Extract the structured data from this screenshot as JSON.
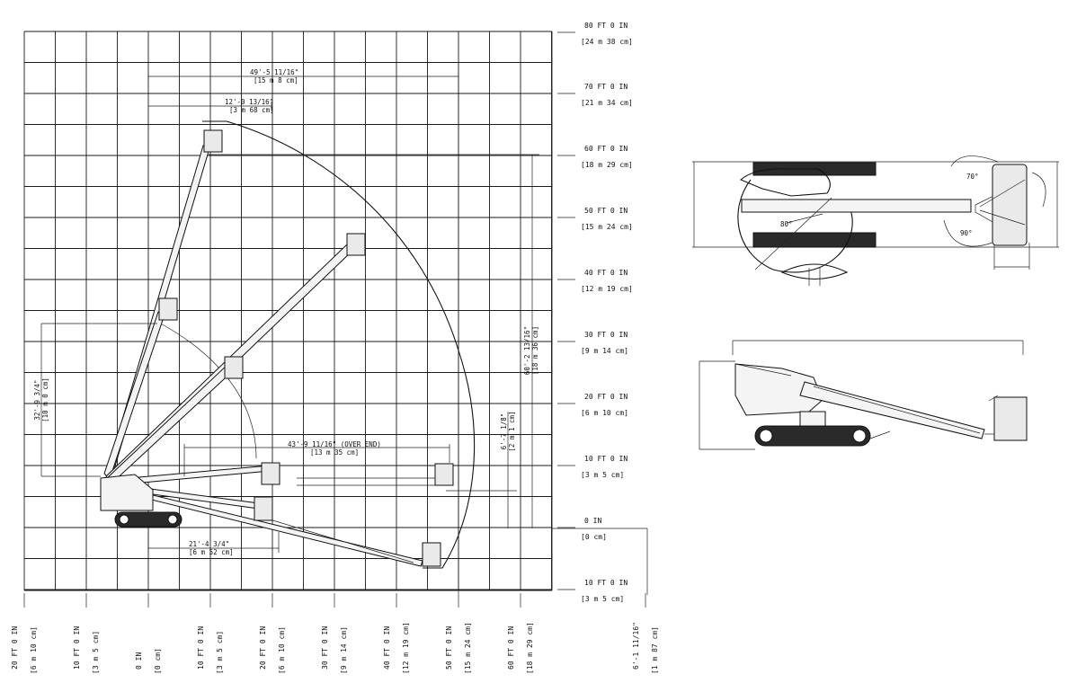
{
  "right_axis": {
    "labels": [
      {
        "ft": "80 FT 0 IN",
        "m": "[24 m 38 cm]"
      },
      {
        "ft": "70 FT 0 IN",
        "m": "[21 m 34 cm]"
      },
      {
        "ft": "60 FT 0 IN",
        "m": "[18 m 29 cm]"
      },
      {
        "ft": "50 FT 0 IN",
        "m": "[15 m 24 cm]"
      },
      {
        "ft": "40 FT 0 IN",
        "m": "[12 m 19 cm]"
      },
      {
        "ft": "30 FT 0 IN",
        "m": "[9 m 14 cm]"
      },
      {
        "ft": "20 FT 0 IN",
        "m": "[6 m 10 cm]"
      },
      {
        "ft": "10 FT 0 IN",
        "m": "[3 m 5 cm]"
      },
      {
        "ft": "0 IN",
        "m": "[0 cm]"
      },
      {
        "ft": "10 FT 0 IN",
        "m": "[3 m 5 cm]"
      }
    ]
  },
  "bottom_axis": {
    "labels": [
      {
        "ft": "20 FT 0 IN",
        "m": "[6 m 10 cm]"
      },
      {
        "ft": "10 FT 0 IN",
        "m": "[3 m 5 cm]"
      },
      {
        "ft": "0 IN",
        "m": "[0 cm]"
      },
      {
        "ft": "10 FT 0 IN",
        "m": "[3 m 5 cm]"
      },
      {
        "ft": "20 FT 0 IN",
        "m": "[6 m 10 cm]"
      },
      {
        "ft": "30 FT 0 IN",
        "m": "[9 m 14 cm]"
      },
      {
        "ft": "40 FT 0 IN",
        "m": "[12 m 19 cm]"
      },
      {
        "ft": "50 FT 0 IN",
        "m": "[15 m 24 cm]"
      },
      {
        "ft": "60 FT 0 IN",
        "m": "[18 m 29 cm]"
      },
      {
        "ft": "6'-1 11/16\"",
        "m": "[1 m 87 cm]"
      }
    ]
  },
  "dimensions": {
    "top_reach": {
      "ft": "49'-5 11/16\"",
      "m": "[15 m 8 cm]"
    },
    "upper_offset": {
      "ft": "12'-0 13/16\"",
      "m": "[3 m 68 cm]"
    },
    "max_height": {
      "ft": "60'-2 13/16\"",
      "m": "[18 m 36 cm]"
    },
    "left_height": {
      "ft": "32'-9 3/4\"",
      "m": "[10 m 0 cm]"
    },
    "over_end": {
      "ft": "43'-9 11/16\" (OVER END)",
      "m": "[13 m 35 cm]"
    },
    "small_height": {
      "ft": "6'-7 1/8\"",
      "m": "[2 m 1 cm]"
    },
    "below_reach": {
      "ft": "21'-4 3/4\"",
      "m": "[6 m 52 cm]"
    }
  },
  "plan_view": {
    "angle_a": "70°",
    "angle_b": "90°",
    "angle_c": "80°"
  }
}
